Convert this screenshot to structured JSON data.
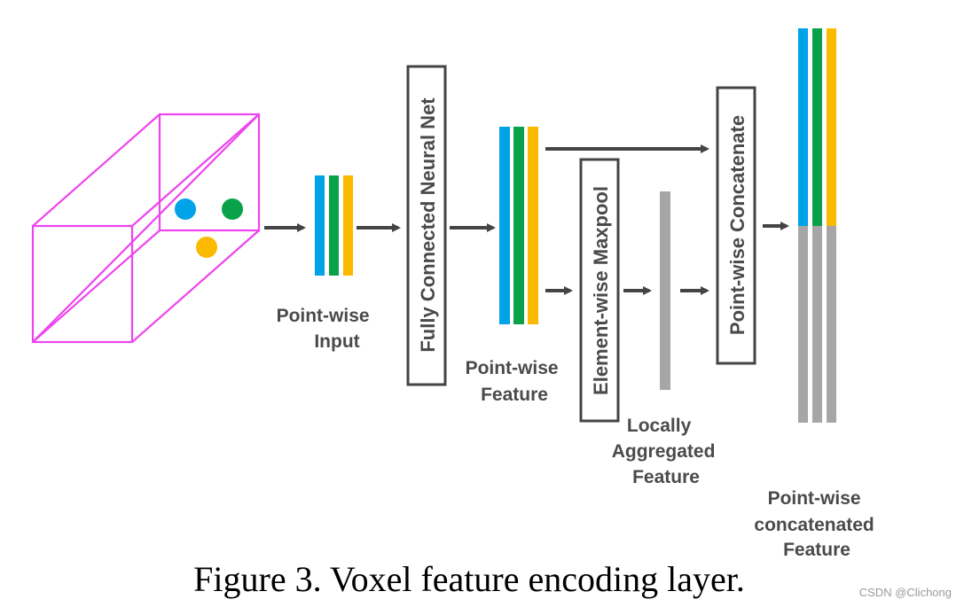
{
  "colors": {
    "blue": "#00a2e8",
    "green": "#0aa14b",
    "yellow": "#fbb900",
    "gray": "#a6a6a6",
    "voxel": "#ee44ee",
    "arrow": "#444444"
  },
  "labels": {
    "pointwise_input": [
      "Point-wise",
      "Input"
    ],
    "fcn": "Fully Connected Neural Net",
    "pointwise_feature": [
      "Point-wise",
      "Feature"
    ],
    "maxpool": "Element-wise Maxpool",
    "locally_aggregated": [
      "Locally",
      "Aggregated",
      "Feature"
    ],
    "concatenate": "Point-wise Concatenate",
    "concatenated_feature": [
      "Point-wise",
      "concatenated",
      "Feature"
    ]
  },
  "caption": "Figure 3. Voxel feature encoding layer.",
  "watermark": "CSDN @Clichong"
}
